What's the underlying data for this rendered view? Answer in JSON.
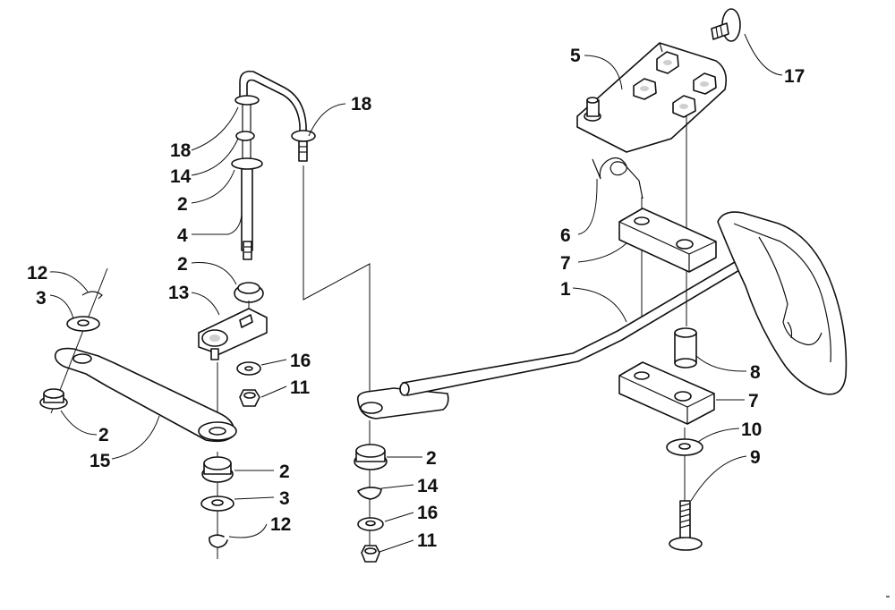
{
  "diagram": {
    "callouts": {
      "c1": "1",
      "c2a": "2",
      "c2b": "2",
      "c2c": "2",
      "c2d": "2",
      "c2e": "2",
      "c3a": "3",
      "c3b": "3",
      "c4": "4",
      "c5": "5",
      "c6": "6",
      "c7a": "7",
      "c7b": "7",
      "c8": "8",
      "c9": "9",
      "c10": "10",
      "c11a": "11",
      "c11b": "11",
      "c12a": "12",
      "c12b": "12",
      "c13": "13",
      "c14a": "14",
      "c14b": "14",
      "c15": "15",
      "c16a": "16",
      "c16b": "16",
      "c17": "17",
      "c18a": "18",
      "c18b": "18"
    }
  }
}
